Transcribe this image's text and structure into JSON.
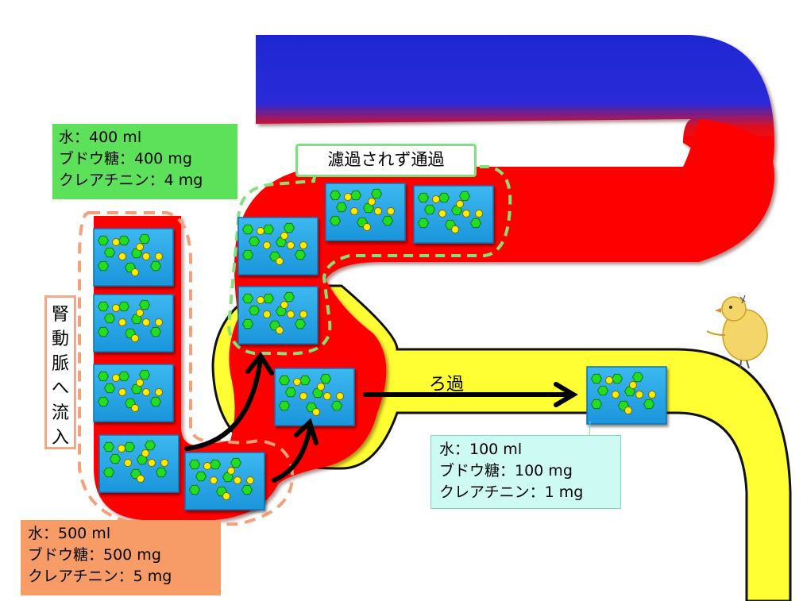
{
  "texts": {
    "artery_label": {
      "line1": "水：400 ml",
      "line2": "ブドウ糖：400 mg",
      "line3": "クレアチニン：4 mg"
    },
    "inflow_label": {
      "line1": "水：500 ml",
      "line2": "ブドウ糖：500 mg",
      "line3": "クレアチニン：5 mg"
    },
    "filtrate_label": {
      "line1": "水：100 ml",
      "line2": "ブドウ糖：100 mg",
      "line3": "クレアチニン：1 mg"
    },
    "bypass_label": "濾過されず通過",
    "filtration_label": "ろ過",
    "inflow_vertical": [
      "腎",
      "動",
      "脈",
      "へ",
      "流",
      "入"
    ]
  },
  "colors": {
    "artery": "#ff0000",
    "vein": "#2222d8",
    "tubule": "#ffff33",
    "packet": "#29a8e8",
    "solute_glucose": "#22dd22",
    "solute_creatinine": "#ffee00",
    "outline_inflow": "#f4a07a",
    "outline_bypass": "#86e07a"
  },
  "icons": [
    "chick-drawing"
  ]
}
